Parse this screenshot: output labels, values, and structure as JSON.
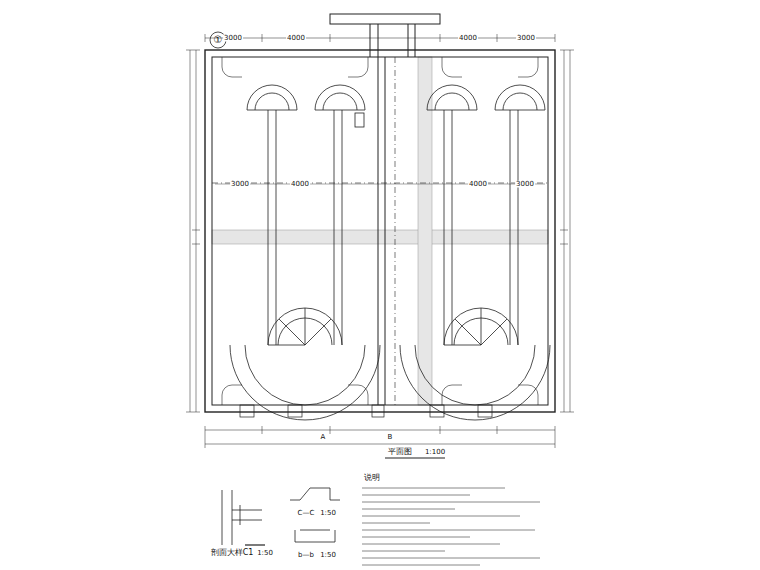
{
  "diagram": {
    "labels": [
      "①",
      "3000",
      "4000",
      "4000",
      "3000",
      "3000",
      "4000",
      "4000",
      "3000",
      "平面图",
      "1:100",
      "A",
      "B",
      "剖面大样C1",
      "1:50",
      "C—C",
      "1:50",
      "b—b",
      "1:50",
      "说明"
    ]
  }
}
